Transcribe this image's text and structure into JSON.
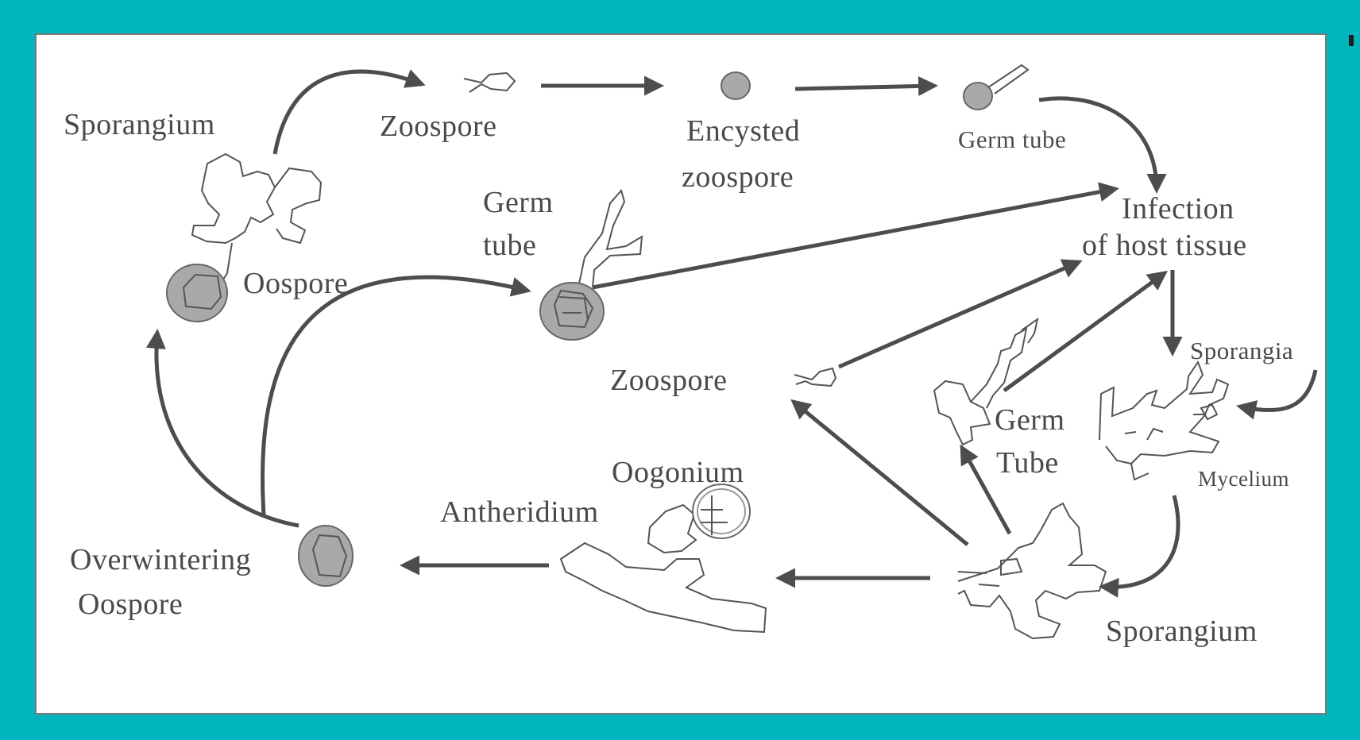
{
  "colors": {
    "frame": "#00b5bd",
    "arrow": "#4d4d4d",
    "spore_fill": "#a9a9a9",
    "outline": "#555555",
    "text": "#4a4a4a"
  },
  "labels": {
    "sporangium_top": "Sporangium",
    "zoospore_top": "Zoospore",
    "encysted_1": "Encysted",
    "encysted_2": "zoospore",
    "germ_tube_top": "Germ tube",
    "germ_tube_mid_1": "Germ",
    "germ_tube_mid_2": "tube",
    "oospore": "Oospore",
    "infection_1": "Infection",
    "infection_2": "of host tissue",
    "zoospore_mid": "Zoospore",
    "sporangia": "Sporangia",
    "germ_tube_right_1": "Germ",
    "germ_tube_right_2": "Tube",
    "mycelium": "Mycelium",
    "oogonium": "Oogonium",
    "antheridium": "Antheridium",
    "overwintering_1": "Overwintering",
    "overwintering_2": "Oospore",
    "sporangium_bottom": "Sporangium"
  }
}
